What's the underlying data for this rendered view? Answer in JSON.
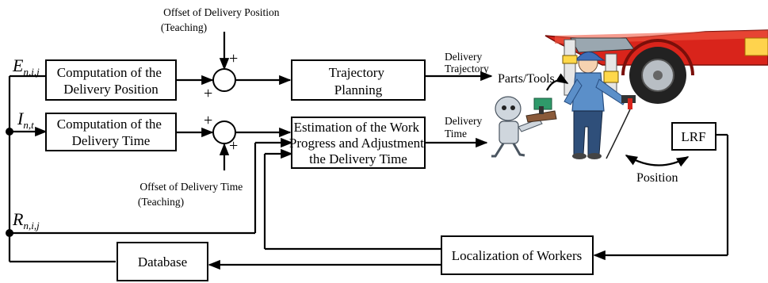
{
  "inputs": {
    "e": {
      "base": "E",
      "sub": "n,i,j"
    },
    "i": {
      "base": "I",
      "sub": "n,t"
    },
    "r": {
      "base": "R",
      "sub": "n,i,j"
    }
  },
  "boxes": {
    "delivery_position": [
      "Computation of the",
      "Delivery Position"
    ],
    "delivery_time": [
      "Computation of the",
      "Delivery Time"
    ],
    "trajectory_planning": [
      "Trajectory",
      "Planning"
    ],
    "estimation": [
      "Estimation of the Work",
      "Progress and Adjustment",
      "the Delivery Time"
    ],
    "lrf": "LRF",
    "localization": "Localization of Workers",
    "database": "Database"
  },
  "labels": {
    "offset_position": [
      "Offset of Delivery Position",
      "(Teaching)"
    ],
    "offset_time": [
      "Offset of Delivery Time",
      "(Teaching)"
    ],
    "delivery_trajectory": [
      "Delivery",
      "Trajectory"
    ],
    "delivery_time_out": [
      "Delivery",
      "Time"
    ],
    "parts_tools": "Parts/Tools",
    "position": "Position",
    "plus": "+"
  },
  "colors": {
    "line": "#000000",
    "car_body": "#d9241b",
    "worker_shirt": "#5b8fc9",
    "robot": "#cfd6dd"
  }
}
